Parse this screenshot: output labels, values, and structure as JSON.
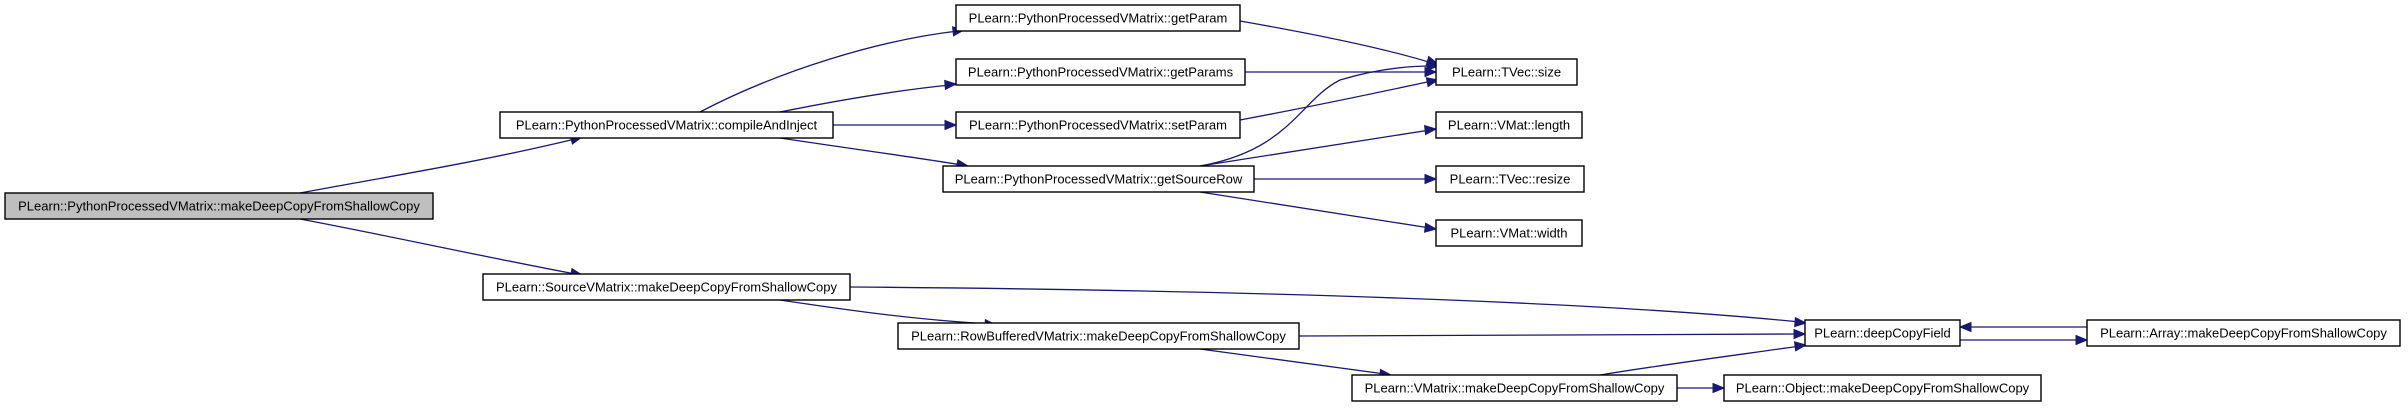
{
  "graph": {
    "root": "PLearn::PythonProcessedVMatrix::makeDeepCopyFromShallowCopy",
    "nodes": [
      {
        "id": "root",
        "label": "PLearn::PythonProcessedVMatrix::makeDeepCopyFromShallowCopy",
        "root": true
      },
      {
        "id": "compileAndInject",
        "label": "PLearn::PythonProcessedVMatrix::compileAndInject"
      },
      {
        "id": "source_mdc",
        "label": "PLearn::SourceVMatrix::makeDeepCopyFromShallowCopy"
      },
      {
        "id": "getParam",
        "label": "PLearn::PythonProcessedVMatrix::getParam"
      },
      {
        "id": "getParams",
        "label": "PLearn::PythonProcessedVMatrix::getParams"
      },
      {
        "id": "setParam",
        "label": "PLearn::PythonProcessedVMatrix::setParam"
      },
      {
        "id": "getSourceRow",
        "label": "PLearn::PythonProcessedVMatrix::getSourceRow"
      },
      {
        "id": "rowbuf_mdc",
        "label": "PLearn::RowBufferedVMatrix::makeDeepCopyFromShallowCopy"
      },
      {
        "id": "vmatrix_mdc",
        "label": "PLearn::VMatrix::makeDeepCopyFromShallowCopy"
      },
      {
        "id": "tvec_size",
        "label": "PLearn::TVec::size"
      },
      {
        "id": "vmat_length",
        "label": "PLearn::VMat::length"
      },
      {
        "id": "tvec_resize",
        "label": "PLearn::TVec::resize"
      },
      {
        "id": "vmat_width",
        "label": "PLearn::VMat::width"
      },
      {
        "id": "deepCopyField",
        "label": "PLearn::deepCopyField"
      },
      {
        "id": "object_mdc",
        "label": "PLearn::Object::makeDeepCopyFromShallowCopy"
      },
      {
        "id": "array_mdc",
        "label": "PLearn::Array::makeDeepCopyFromShallowCopy"
      }
    ],
    "edges": [
      {
        "from": "root",
        "to": "compileAndInject"
      },
      {
        "from": "root",
        "to": "source_mdc"
      },
      {
        "from": "compileAndInject",
        "to": "getParam"
      },
      {
        "from": "compileAndInject",
        "to": "getParams"
      },
      {
        "from": "compileAndInject",
        "to": "setParam"
      },
      {
        "from": "compileAndInject",
        "to": "getSourceRow"
      },
      {
        "from": "getParam",
        "to": "tvec_size"
      },
      {
        "from": "getParams",
        "to": "tvec_size"
      },
      {
        "from": "setParam",
        "to": "tvec_size"
      },
      {
        "from": "getSourceRow",
        "to": "tvec_size"
      },
      {
        "from": "getSourceRow",
        "to": "vmat_length"
      },
      {
        "from": "getSourceRow",
        "to": "tvec_resize"
      },
      {
        "from": "getSourceRow",
        "to": "vmat_width"
      },
      {
        "from": "source_mdc",
        "to": "deepCopyField"
      },
      {
        "from": "source_mdc",
        "to": "rowbuf_mdc"
      },
      {
        "from": "rowbuf_mdc",
        "to": "deepCopyField"
      },
      {
        "from": "rowbuf_mdc",
        "to": "vmatrix_mdc"
      },
      {
        "from": "vmatrix_mdc",
        "to": "deepCopyField"
      },
      {
        "from": "vmatrix_mdc",
        "to": "object_mdc"
      },
      {
        "from": "deepCopyField",
        "to": "array_mdc"
      },
      {
        "from": "array_mdc",
        "to": "deepCopyField"
      }
    ]
  },
  "colors": {
    "edge": "#191970",
    "root_fill": "#bfbfbf",
    "node_fill": "#ffffff",
    "node_stroke": "#000000"
  }
}
